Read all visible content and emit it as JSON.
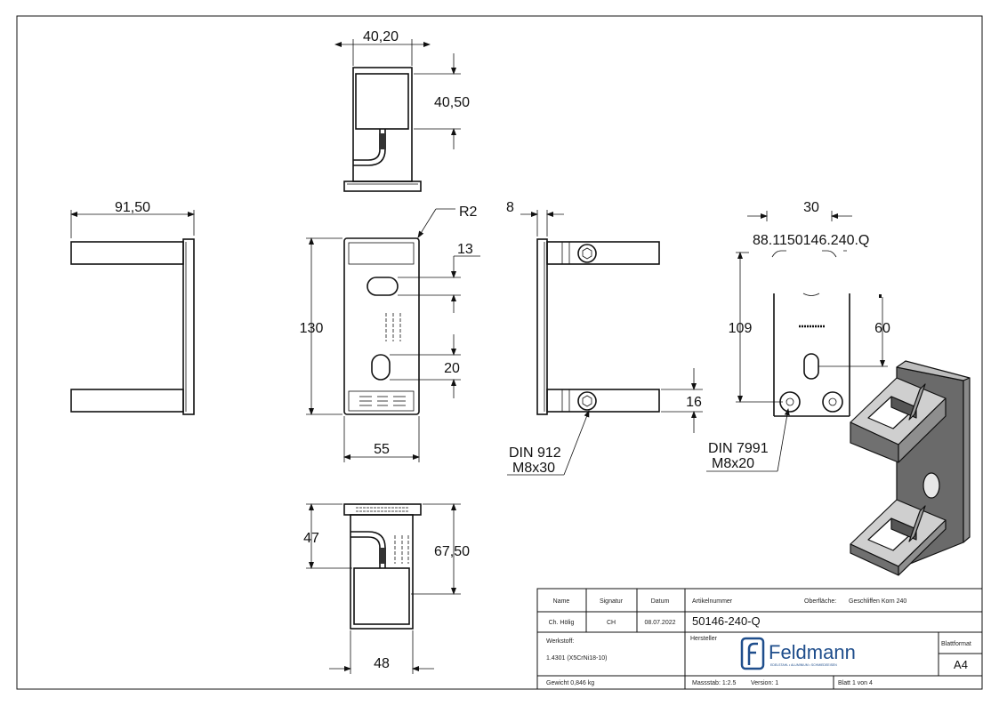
{
  "dimensions": {
    "top_width": "40,20",
    "top_height": "40,50",
    "side_length": "91,50",
    "radius": "R2",
    "plate_thickness": "8",
    "height_total": "130",
    "slot_13": "13",
    "slot_20": "20",
    "width_55": "55",
    "spacing_16": "16",
    "width_30": "30",
    "height_109": "109",
    "height_60": "60",
    "bottom_47": "47",
    "bottom_6750": "67,50",
    "bottom_48": "48"
  },
  "callouts": {
    "screw_line1": "DIN 912",
    "screw_line2": "M8x30",
    "nut_line1": "DIN 7991",
    "nut_line2": "M8x20",
    "engraving": "88.1150146.240.Q"
  },
  "title_block": {
    "name_label": "Name",
    "signatur_label": "Signatur",
    "datum_label": "Datum",
    "name": "Ch. Hölig",
    "signatur": "CH",
    "datum": "08.07.2022",
    "artikel_label": "Artikelnummer",
    "artikel": "50146-240-Q",
    "oberflaeche_label": "Oberfläche:",
    "oberflaeche": "Geschliffen Korn 240",
    "werkstoff_label": "Werkstoff:",
    "werkstoff": "1.4301 (X5CrNi18-10)",
    "hersteller_label": "Hersteller",
    "logo_text": "Feldmann",
    "logo_tagline": "EDELSTAHL • ALUMINIUM • SCHMIEDEEISEN",
    "blattformat_label": "Blattformat",
    "blattformat": "A4",
    "gewicht": "Gewicht 0,846 kg",
    "massstab": "Massstab: 1:2.5",
    "version": "Version: 1",
    "blatt": "Blatt 1 von 4"
  }
}
